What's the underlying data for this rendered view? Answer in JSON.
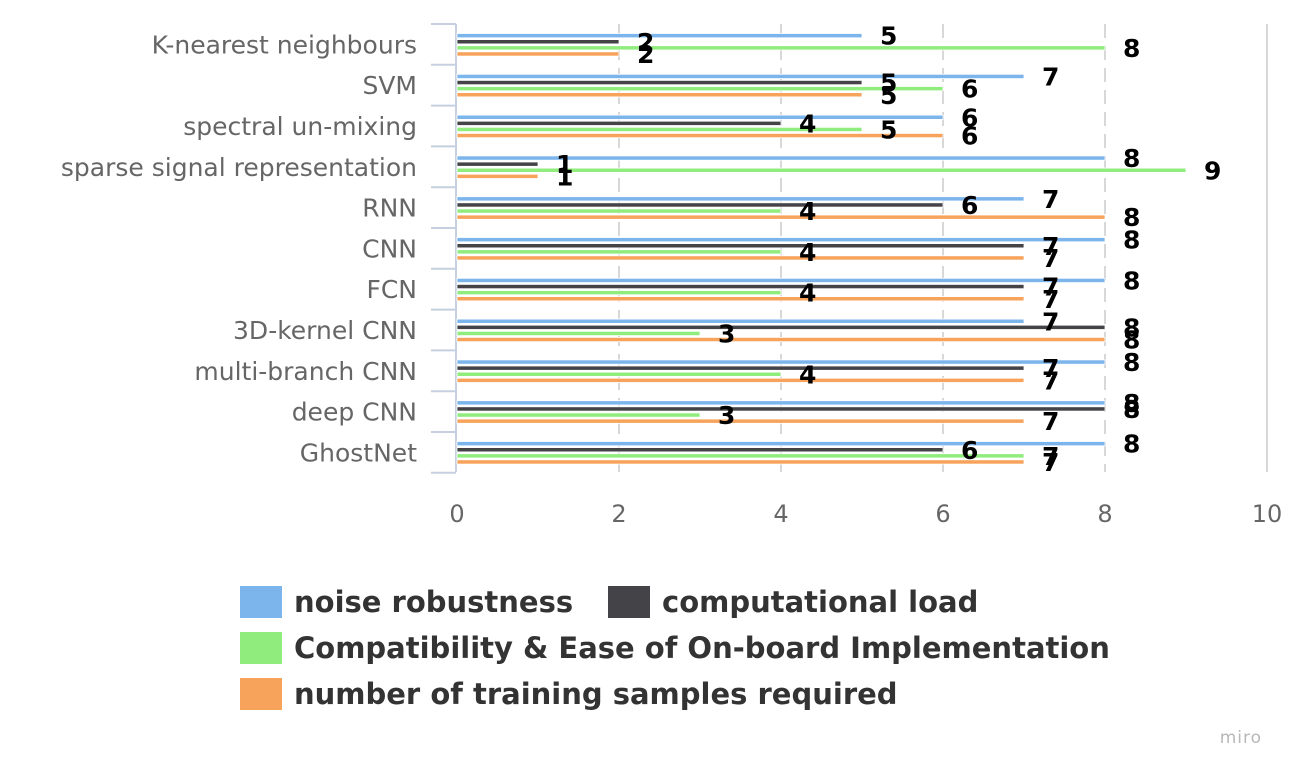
{
  "chart_data": {
    "type": "bar",
    "orientation": "horizontal",
    "categories": [
      "K-nearest neighbours",
      "SVM",
      "spectral un-mixing",
      "sparse signal representation",
      "RNN",
      "CNN",
      "FCN",
      "3D-kernel CNN",
      "multi-branch CNN",
      "deep CNN",
      "GhostNet"
    ],
    "series": [
      {
        "name": "noise robustness",
        "color": "#7cb5ec",
        "values": [
          5,
          7,
          6,
          8,
          7,
          8,
          8,
          7,
          8,
          8,
          8
        ]
      },
      {
        "name": "computational load",
        "color": "#434348",
        "values": [
          2,
          5,
          4,
          1,
          6,
          7,
          7,
          8,
          7,
          8,
          6
        ]
      },
      {
        "name": "Compatibility & Ease of On-board Implementation",
        "color": "#90ed7d",
        "values": [
          8,
          6,
          5,
          9,
          4,
          4,
          4,
          3,
          4,
          3,
          7
        ]
      },
      {
        "name": "number of training samples required",
        "color": "#f7a35c",
        "values": [
          2,
          5,
          6,
          1,
          8,
          7,
          7,
          8,
          7,
          7,
          7
        ]
      }
    ],
    "xlim": [
      0,
      10
    ],
    "xticks": [
      0,
      2,
      4,
      6,
      8,
      10
    ],
    "grid": true,
    "legend_position": "bottom"
  },
  "watermark": "miro"
}
